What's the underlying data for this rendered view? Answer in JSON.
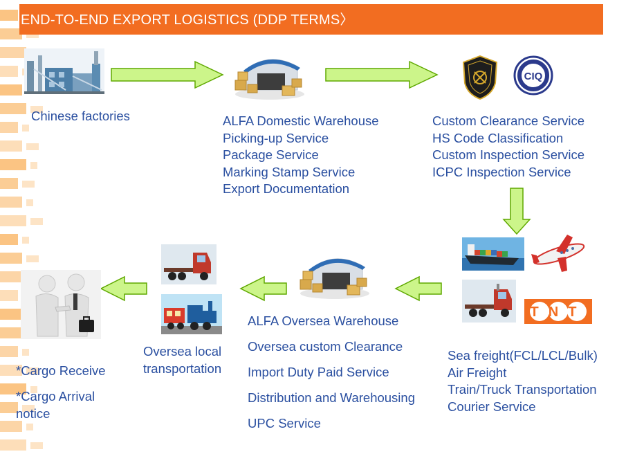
{
  "banner": {
    "title": "END-TO-END EXPORT LOGISTICS (DDP TERMS〉"
  },
  "nodes": {
    "factory": {
      "label": "Chinese factories",
      "icon": "factory-icon"
    },
    "domestic_warehouse": {
      "icon": "warehouse-icon",
      "lines": [
        "ALFA Domestic Warehouse",
        "Picking-up Service",
        "Package Service",
        "Marking Stamp Service",
        "Export Documentation"
      ]
    },
    "customs": {
      "icons": [
        "china-customs-badge-icon",
        "ciq-logo-icon"
      ],
      "ciq_text": "CIQ",
      "lines": [
        "Custom Clearance Service",
        "HS Code Classification",
        "Custom Inspection Service",
        "ICPC Inspection Service"
      ]
    },
    "freight": {
      "icons": [
        "cargo-ship-icon",
        "airplane-icon",
        "truck-icon",
        "tnt-logo-icon"
      ],
      "tnt_text": "TNT",
      "lines": [
        "Sea freight(FCL/LCL/Bulk)",
        "Air Freight",
        "Train/Truck Transportation",
        "Courier Service"
      ]
    },
    "oversea_warehouse": {
      "icon": "warehouse-icon",
      "lines": [
        "ALFA Oversea Warehouse",
        "Oversea custom Clearance",
        "Import Duty Paid Service",
        "Distribution and Warehousing",
        "UPC Service"
      ]
    },
    "local_transport": {
      "icons": [
        "truck-icon",
        "train-icon"
      ],
      "lines": [
        "Oversea local",
        "transportation"
      ]
    },
    "receiver": {
      "icon": "handshake-icon",
      "item1": "*Cargo Receive",
      "item2_lines": [
        "*Cargo Arrival",
        "notice"
      ]
    }
  },
  "colors": {
    "banner": "#f26d21",
    "text": "#2a4fa0",
    "arrow_fill": "#ccf58a",
    "arrow_stroke": "#5fa800",
    "side_decoration": "#f7941d"
  }
}
